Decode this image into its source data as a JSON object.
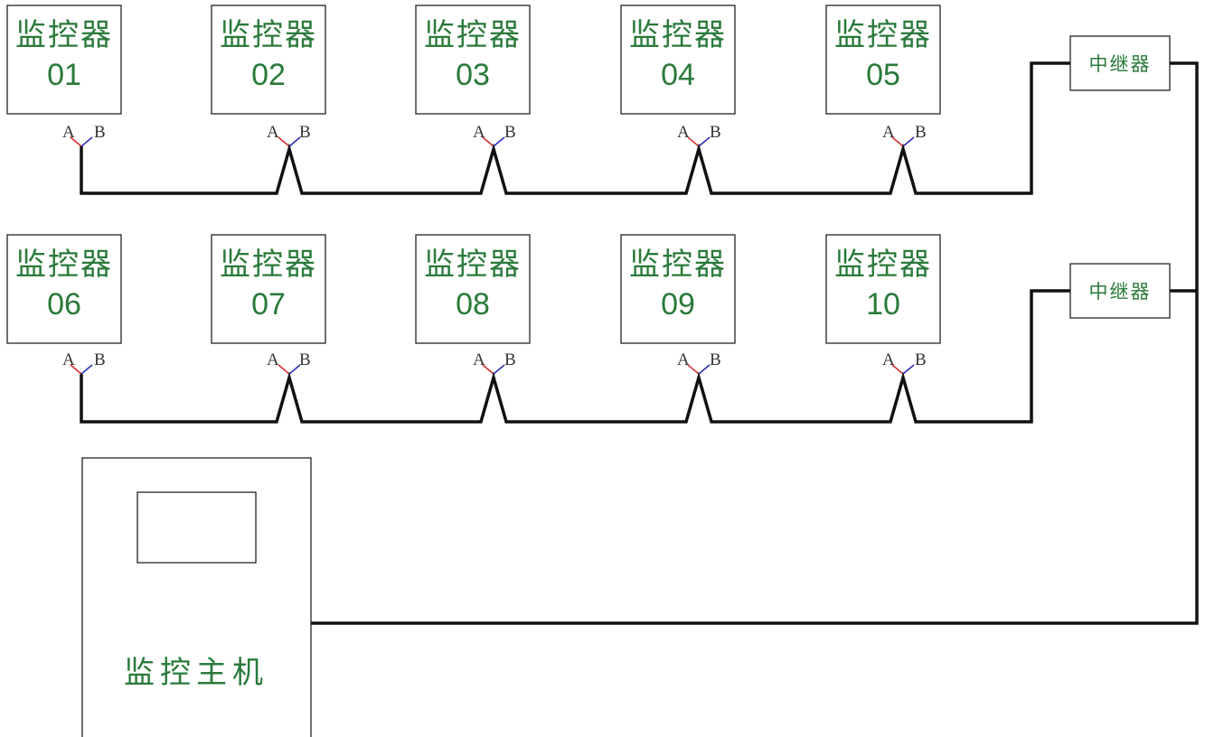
{
  "monitors": [
    {
      "title": "监控器",
      "number": "01",
      "pin_a": "A",
      "pin_b": "B"
    },
    {
      "title": "监控器",
      "number": "02",
      "pin_a": "A",
      "pin_b": "B"
    },
    {
      "title": "监控器",
      "number": "03",
      "pin_a": "A",
      "pin_b": "B"
    },
    {
      "title": "监控器",
      "number": "04",
      "pin_a": "A",
      "pin_b": "B"
    },
    {
      "title": "监控器",
      "number": "05",
      "pin_a": "A",
      "pin_b": "B"
    },
    {
      "title": "监控器",
      "number": "06",
      "pin_a": "A",
      "pin_b": "B"
    },
    {
      "title": "监控器",
      "number": "07",
      "pin_a": "A",
      "pin_b": "B"
    },
    {
      "title": "监控器",
      "number": "08",
      "pin_a": "A",
      "pin_b": "B"
    },
    {
      "title": "监控器",
      "number": "09",
      "pin_a": "A",
      "pin_b": "B"
    },
    {
      "title": "监控器",
      "number": "10",
      "pin_a": "A",
      "pin_b": "B"
    }
  ],
  "repeaters": [
    {
      "label": "中继器"
    },
    {
      "label": "中继器"
    }
  ],
  "host": {
    "label": "监控主机"
  },
  "colors": {
    "label_green": "#2a7a3a",
    "pin_a_wire": "#d62b2b",
    "pin_b_wire": "#2b2bb8",
    "bus_line": "#111111"
  }
}
